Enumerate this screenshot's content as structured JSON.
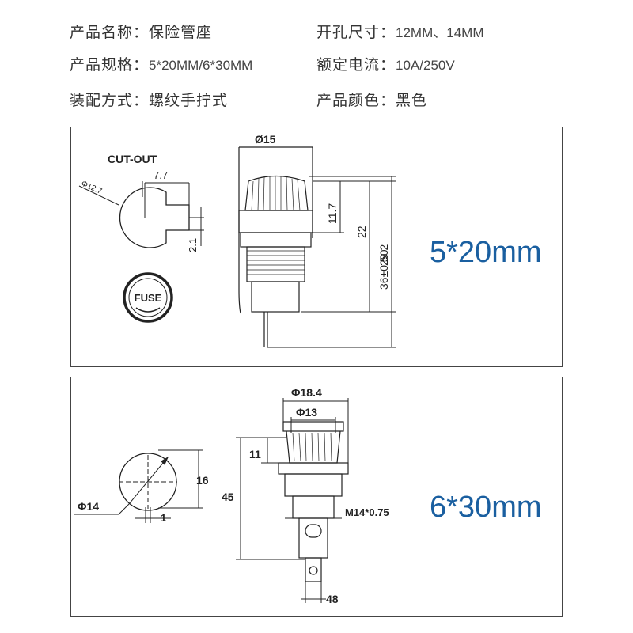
{
  "specs": {
    "name_label": "产品名称：",
    "name_value": "保险管座",
    "hole_label": "开孔尺寸：",
    "hole_value": "12MM、14MM",
    "size_label": "产品规格：",
    "size_value": "5*20MM/6*30MM",
    "current_label": "额定电流：",
    "current_value": "10A/250V",
    "install_label": "装配方式：",
    "install_value": "螺纹手拧式",
    "color_label": "产品颜色：",
    "color_value": "黑色"
  },
  "panel1": {
    "cutout_title": "CUT-OUT",
    "dim_7_7": "7.7",
    "dim_phi12_7": "Φ12.7",
    "dim_2_1": "2.1",
    "cap_text": "FUSE",
    "dim_phi15": "Ø15",
    "dim_11_7": "11.7",
    "dim_22": "22",
    "dim_29_2": "29.2",
    "dim_36": "36±0.50",
    "model": "5*20mm"
  },
  "panel2": {
    "dim_phi18_4": "Φ18.4",
    "dim_phi13": "Φ13",
    "dim_11": "11",
    "dim_45": "45",
    "dim_16": "16",
    "dim_phi14": "Φ14",
    "dim_1": "1",
    "thread": "M14*0.75",
    "dim_48": "48",
    "model": "6*30mm"
  },
  "colors": {
    "accent": "#1a5fa0",
    "line": "#222222"
  }
}
